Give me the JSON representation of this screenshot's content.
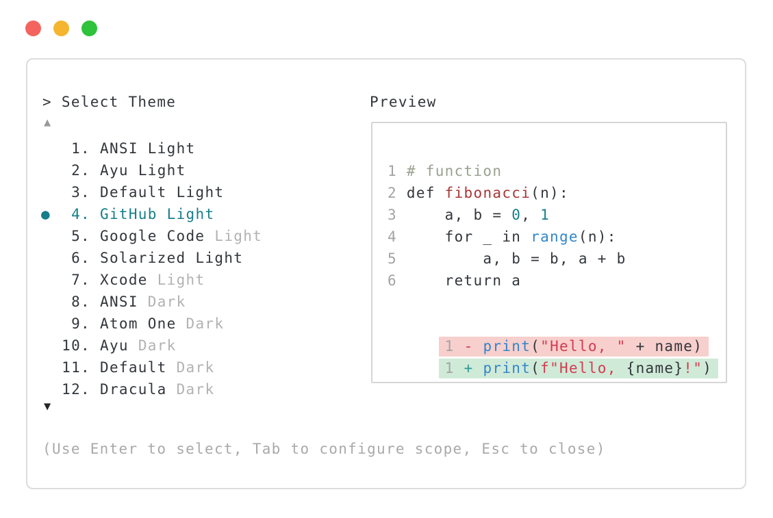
{
  "window": {
    "traffic_lights": [
      {
        "name": "close",
        "color": "#f4635e"
      },
      {
        "name": "minimize",
        "color": "#f5b52f"
      },
      {
        "name": "zoom",
        "color": "#2fc23b"
      }
    ]
  },
  "selector": {
    "prompt": "> Select Theme",
    "bullet_icon": "●",
    "scroll_up_icon": "▲",
    "scroll_down_icon": "▼",
    "items": [
      {
        "num": "1.",
        "name": "ANSI",
        "variant": "Light"
      },
      {
        "num": "2.",
        "name": "Ayu",
        "variant": "Light"
      },
      {
        "num": "3.",
        "name": "Default",
        "variant": "Light"
      },
      {
        "num": "4.",
        "name": "GitHub",
        "variant": "Light",
        "selected": true
      },
      {
        "num": "5.",
        "name": "Google Code",
        "variant": "Light",
        "variant_muted": true
      },
      {
        "num": "6.",
        "name": "Solarized",
        "variant": "Light"
      },
      {
        "num": "7.",
        "name": "Xcode",
        "variant": "Light",
        "variant_muted": true
      },
      {
        "num": "8.",
        "name": "ANSI",
        "variant": "Dark",
        "variant_muted": true
      },
      {
        "num": "9.",
        "name": "Atom One",
        "variant": "Dark",
        "variant_muted": true
      },
      {
        "num": "10.",
        "name": "Ayu",
        "variant": "Dark",
        "variant_muted": true
      },
      {
        "num": "11.",
        "name": "Default",
        "variant": "Dark",
        "variant_muted": true
      },
      {
        "num": "12.",
        "name": "Dracula",
        "variant": "Dark",
        "variant_muted": true
      }
    ],
    "help_text": "(Use Enter to select, Tab to configure scope, Esc to close)"
  },
  "preview": {
    "title": "Preview",
    "code_lines": [
      {
        "tokens": [
          {
            "t": "1 ",
            "c": "lineno"
          },
          {
            "t": "# function",
            "c": "comment"
          }
        ]
      },
      {
        "tokens": [
          {
            "t": "2 ",
            "c": "lineno"
          },
          {
            "t": "def ",
            "c": "plain"
          },
          {
            "t": "fibonacci",
            "c": "defname"
          },
          {
            "t": "(n):",
            "c": "plain"
          }
        ]
      },
      {
        "tokens": [
          {
            "t": "3 ",
            "c": "lineno"
          },
          {
            "t": "    a, b = ",
            "c": "plain"
          },
          {
            "t": "0",
            "c": "number"
          },
          {
            "t": ", ",
            "c": "plain"
          },
          {
            "t": "1",
            "c": "number"
          }
        ]
      },
      {
        "tokens": [
          {
            "t": "4 ",
            "c": "lineno"
          },
          {
            "t": "    for _ in ",
            "c": "plain"
          },
          {
            "t": "range",
            "c": "call"
          },
          {
            "t": "(n):",
            "c": "plain"
          }
        ]
      },
      {
        "tokens": [
          {
            "t": "5 ",
            "c": "lineno"
          },
          {
            "t": "        a, b = b, a + b",
            "c": "plain"
          }
        ]
      },
      {
        "tokens": [
          {
            "t": "6 ",
            "c": "lineno"
          },
          {
            "t": "    return a",
            "c": "plain"
          }
        ]
      }
    ],
    "diff_lines": [
      {
        "kind": "removed",
        "tokens": [
          {
            "t": "1 ",
            "c": "lineno"
          },
          {
            "t": "- ",
            "c": "minus"
          },
          {
            "t": "print",
            "c": "call"
          },
          {
            "t": "(",
            "c": "plain"
          },
          {
            "t": "\"Hello, \"",
            "c": "string"
          },
          {
            "t": " + name)",
            "c": "plain"
          }
        ]
      },
      {
        "kind": "added",
        "tokens": [
          {
            "t": "1 ",
            "c": "lineno"
          },
          {
            "t": "+ ",
            "c": "plus"
          },
          {
            "t": "print",
            "c": "call"
          },
          {
            "t": "(",
            "c": "plain"
          },
          {
            "t": "f\"Hello, ",
            "c": "string"
          },
          {
            "t": "{name}",
            "c": "plain"
          },
          {
            "t": "!\"",
            "c": "string"
          },
          {
            "t": ")",
            "c": "plain"
          }
        ]
      }
    ]
  },
  "colors": {
    "accent_teal": "#157e89",
    "call_blue": "#3186c8",
    "string_red": "#d23b50",
    "function_red": "#a93636",
    "comment_gray": "#9aa190",
    "muted_gray": "#b2b2b2",
    "line_number_gray": "#a3a3a3",
    "text_dark": "#32363b",
    "diff_removed_bg": "#f7cfcd",
    "diff_added_bg": "#d0ead8",
    "window_border": "#dcdcdc"
  }
}
